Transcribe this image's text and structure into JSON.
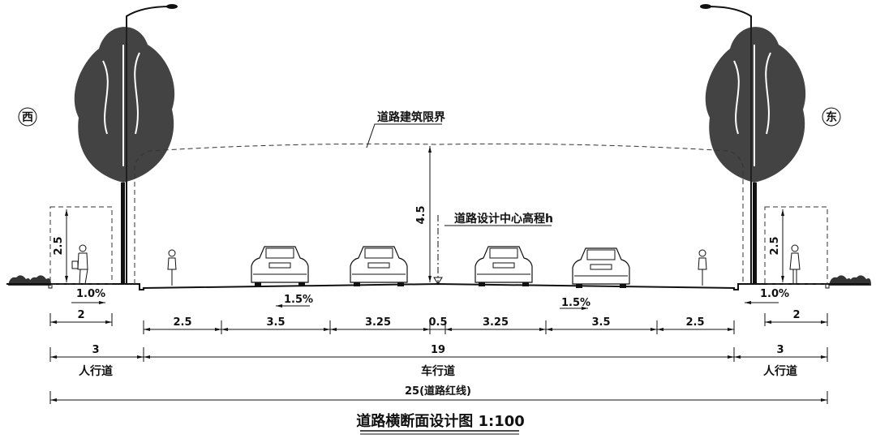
{
  "compass": {
    "west": "西",
    "east": "东"
  },
  "clearance_label": "道路建筑限界",
  "clearance_height": "4.5",
  "center_elevation_label": "道路设计中心高程h",
  "pedestrian_clearance": "2.5",
  "slopes": {
    "left_sidewalk": "1.0%",
    "left_road": "1.5%",
    "right_road": "1.5%",
    "right_sidewalk": "1.0%"
  },
  "sidewalk_inner_width": "2",
  "lane_widths": [
    "2.5",
    "3.5",
    "3.25",
    "0.5",
    "3.25",
    "3.5",
    "2.5"
  ],
  "sections": [
    {
      "width": "3",
      "name": "人行道"
    },
    {
      "width": "19",
      "name": "车行道"
    },
    {
      "width": "3",
      "name": "人行道"
    }
  ],
  "total_width": "25(道路红线)",
  "title": "道路横断面设计图 1:100"
}
